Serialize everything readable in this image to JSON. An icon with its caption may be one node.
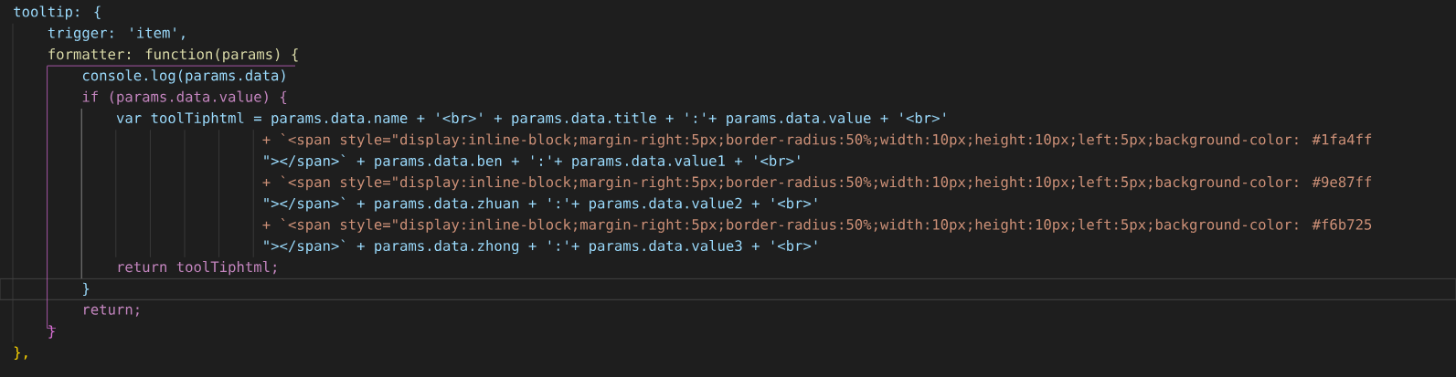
{
  "diagram": {
    "labels": [
      "tooltip: {",
      "trigger: 'item',",
      "formatter: function(params) {",
      "console.log(params.data)",
      "if (params.data.value) {",
      "var toolTiphtml = params.data.name + '<br>' + params.data.title + ':'+ params.data.value + '<br>'",
      "+ `<span style=\"display:inline-block;margin-right:5px;border-radius:50%;width:10px;height:10px;left:5px;background-color: #1fa4ff",
      "\"></span>` + params.data.ben + ':'+ params.data.value1 + '<br>'",
      "+ `<span style=\"display:inline-block;margin-right:5px;border-radius:50%;width:10px;height:10px;left:5px;background-color: #9e87ff",
      "\"></span>` + params.data.zhuan + ':'+ params.data.value2 + '<br>'",
      "+ `<span style=\"display:inline-block;margin-right:5px;border-radius:50%;width:10px;height:10px;left:5px;background-color: #f6b725",
      "\"></span>` + params.data.zhong + ':'+ params.data.value3 + '<br>'",
      "return toolTiphtml;",
      "}",
      "return;",
      "}",
      "},"
    ]
  }
}
